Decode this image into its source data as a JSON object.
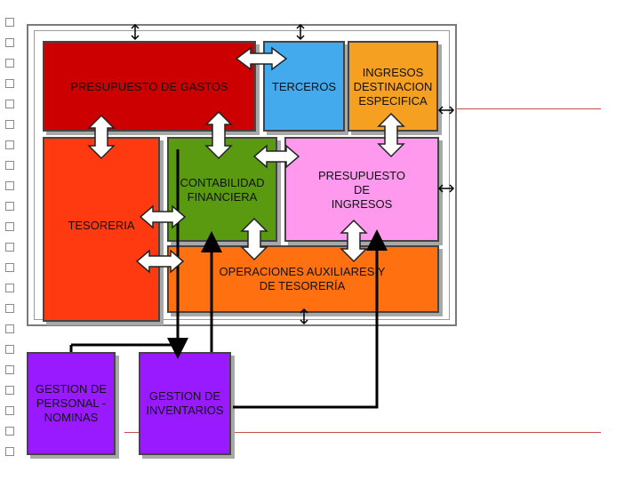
{
  "diagram": {
    "boxes": {
      "presupuesto_gastos": "PRESUPUESTO DE  GASTOS",
      "terceros": "TERCEROS",
      "ingresos_destinacion": "INGRESOS\nDESTINACION\nESPECIFICA",
      "tesoreria": "TESORERIA",
      "contabilidad": "CONTABILIDAD\nFINANCIERA",
      "presupuesto_ingresos": "PRESUPUESTO\nDE\nINGRESOS",
      "operaciones_auxiliares": "OPERACIONES AUXILIARES Y\nDE TESORERÍA",
      "gestion_personal": "GESTION DE\nPERSONAL -\nNOMINAS",
      "gestion_inventarios": "GESTION DE\nINVENTARIOS"
    },
    "colors": {
      "presupuesto_gastos": "#cc0000",
      "terceros": "#44aaee",
      "ingresos_destinacion": "#f5a020",
      "tesoreria": "#ff3a10",
      "contabilidad": "#5a9a10",
      "presupuesto_ingresos": "#ff99ee",
      "operaciones_auxiliares": "#ff7010",
      "gestion": "#9a1aff"
    }
  }
}
